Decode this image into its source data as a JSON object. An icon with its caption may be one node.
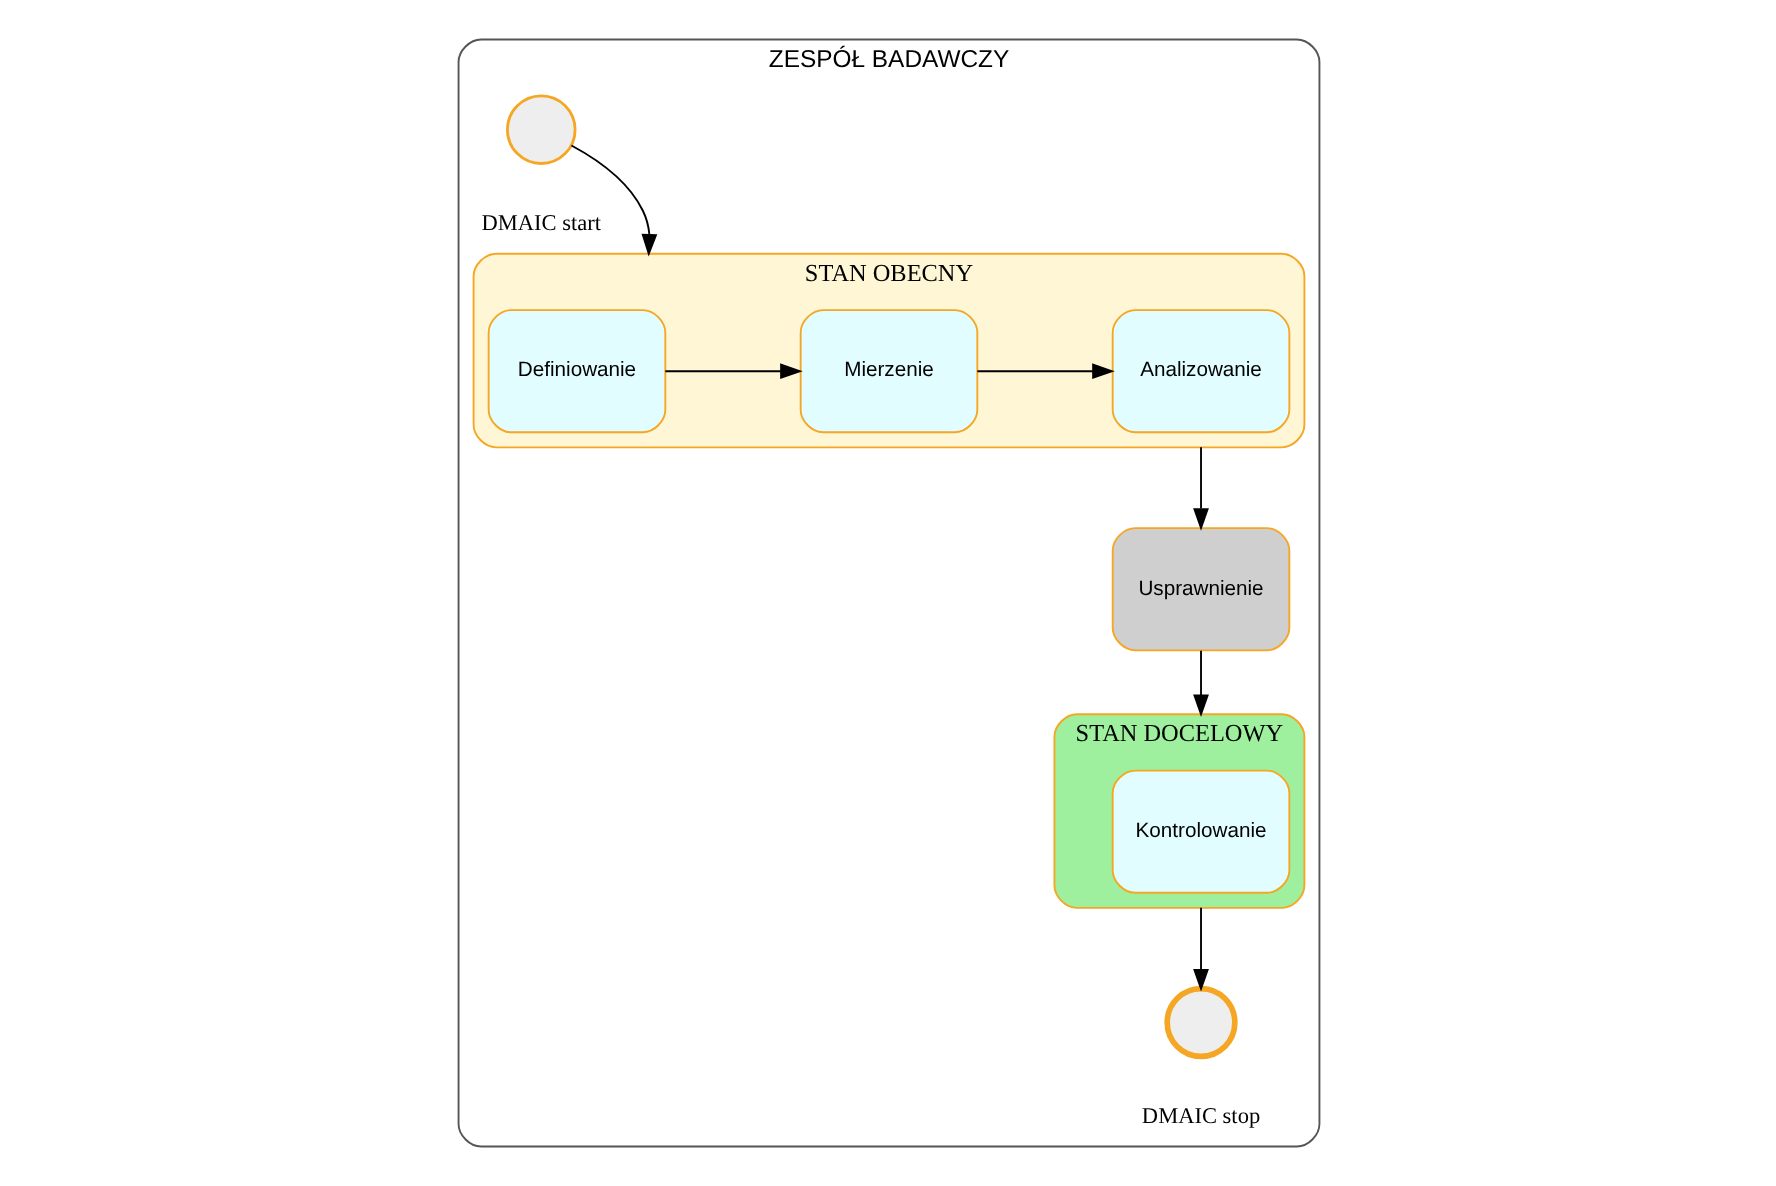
{
  "diagram": {
    "nodes": [
      {
        "text": [
          "ZESPÓŁ BADAWCZY"
        ]
      },
      {
        "text": [],
        "shape": "circle",
        "beside": [
          "DMAIC start"
        ],
        "in": 0
      },
      {
        "text": [
          "STAN OBECNY"
        ],
        "in": 0
      },
      {
        "text": [
          "Definiowanie"
        ],
        "in": 2
      },
      {
        "text": [
          "Mierzenie"
        ],
        "in": 2
      },
      {
        "text": [
          "Analizowanie"
        ],
        "in": 2
      },
      {
        "text": [
          "Usprawnienie"
        ],
        "in": 0
      },
      {
        "text": [
          "STAN DOCELOWY"
        ],
        "in": 0
      },
      {
        "text": [
          "Kontrolowanie"
        ],
        "in": 7
      },
      {
        "text": [],
        "shape": "circle",
        "beside": [
          "DMAIC stop"
        ],
        "in": 0
      }
    ],
    "edges": [
      {
        "from": 1,
        "to": 2,
        "arrow": "to"
      },
      {
        "from": 3,
        "to": 4,
        "arrow": "to"
      },
      {
        "from": 4,
        "to": 5,
        "arrow": "to"
      },
      {
        "from": 2,
        "to": 6,
        "arrow": "to"
      },
      {
        "from": 6,
        "to": 7,
        "arrow": "to"
      },
      {
        "from": 7,
        "to": 9,
        "arrow": "to"
      }
    ]
  }
}
